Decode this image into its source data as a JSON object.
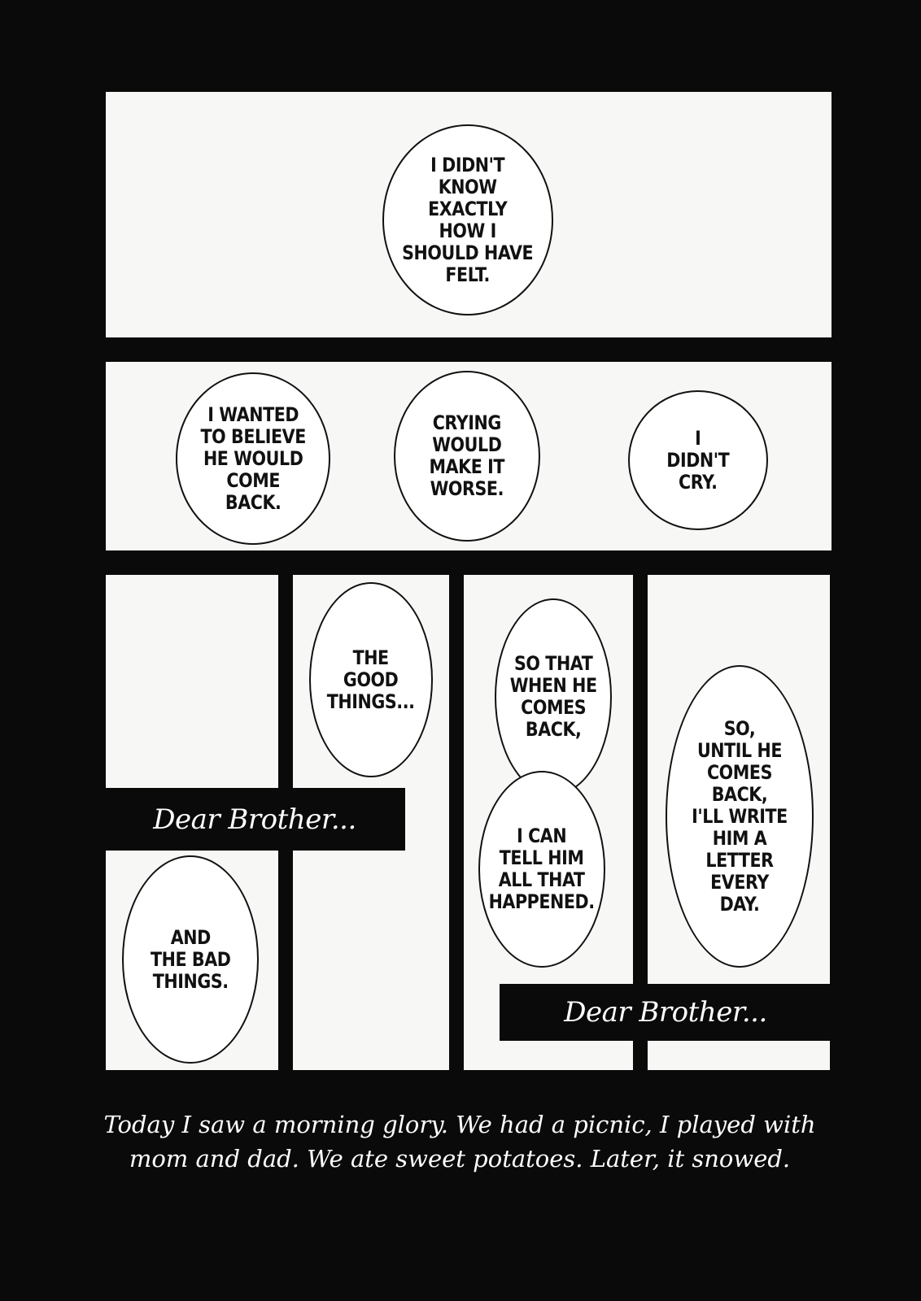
{
  "row1": {
    "bubble1": "I DIDN'T\nKNOW\nEXACTLY\nHOW I\nSHOULD HAVE\nFELT."
  },
  "row2": {
    "bubble1": "I WANTED\nTO BELIEVE\nHE WOULD\nCOME\nBACK.",
    "bubble2": "CRYING\nWOULD\nMAKE IT\nWORSE.",
    "bubble3": "I\nDIDN'T\nCRY."
  },
  "row3": {
    "caption1": "Dear Brother...",
    "bubble_bad": "AND\nTHE BAD\nTHINGS.",
    "bubble_good": "THE\nGOOD\nTHINGS...",
    "bubble_sothat": "SO THAT\nWHEN HE\nCOMES\nBACK,",
    "bubble_tell": "I CAN\nTELL HIM\nALL THAT\nHAPPENED.",
    "bubble_until": "SO,\nUNTIL HE\nCOMES BACK,\nI'LL WRITE\nHIM A\nLETTER\nEVERY\nDAY.",
    "caption2": "Dear Brother..."
  },
  "narration": {
    "line1": "Today I saw a morning glory. We had a picnic, I played with",
    "line2": "mom and dad. We ate sweet potatoes. Later, it snowed."
  }
}
